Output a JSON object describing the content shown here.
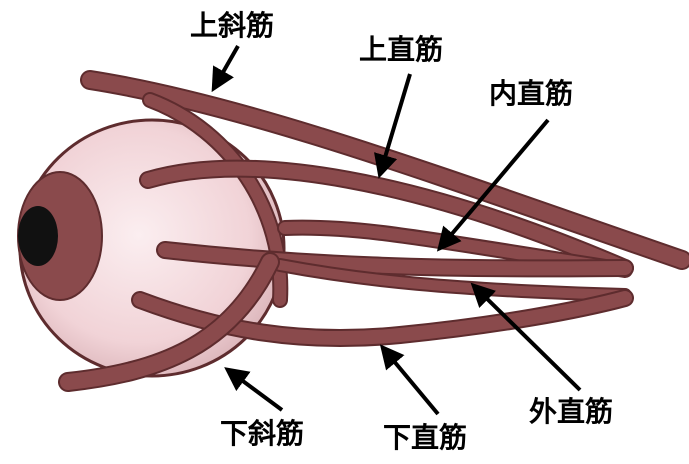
{
  "labels": {
    "superior_oblique": "上斜筋",
    "superior_rectus": "上直筋",
    "medial_rectus": "内直筋",
    "inferior_oblique": "下斜筋",
    "inferior_rectus": "下直筋",
    "lateral_rectus": "外直筋"
  },
  "colors": {
    "muscle": "#8a4a4c",
    "muscle_edge": "#5e2c2e",
    "eyeball": "#f3d9dc",
    "eyeball_edge": "#5e2c2e",
    "iris": "#8a4a4c",
    "pupil": "#111111",
    "arrow": "#000000"
  }
}
